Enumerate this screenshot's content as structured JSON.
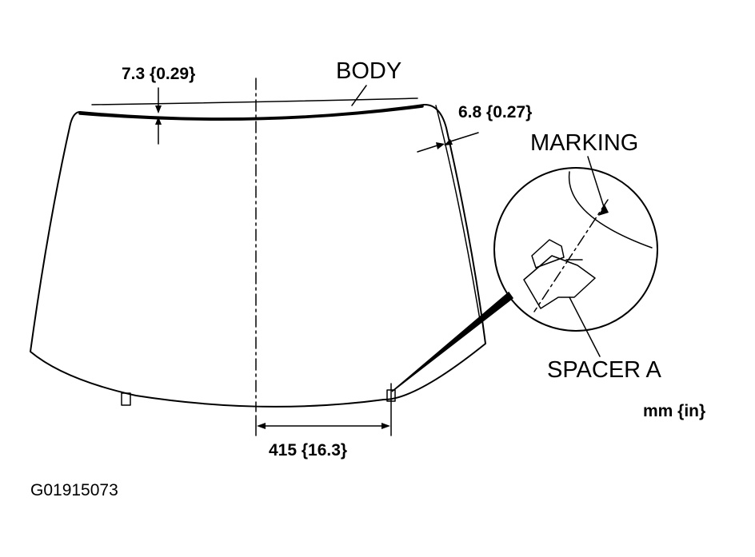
{
  "labels": {
    "body": "BODY",
    "marking": "MARKING",
    "spacer_a": "SPACER A",
    "units": "mm {in}",
    "figure_code": "G01915073"
  },
  "dimensions": {
    "top_gap": "7.3 {0.29}",
    "side_gap": "6.8 {0.27}",
    "spacer_offset": "415 {16.3}"
  }
}
